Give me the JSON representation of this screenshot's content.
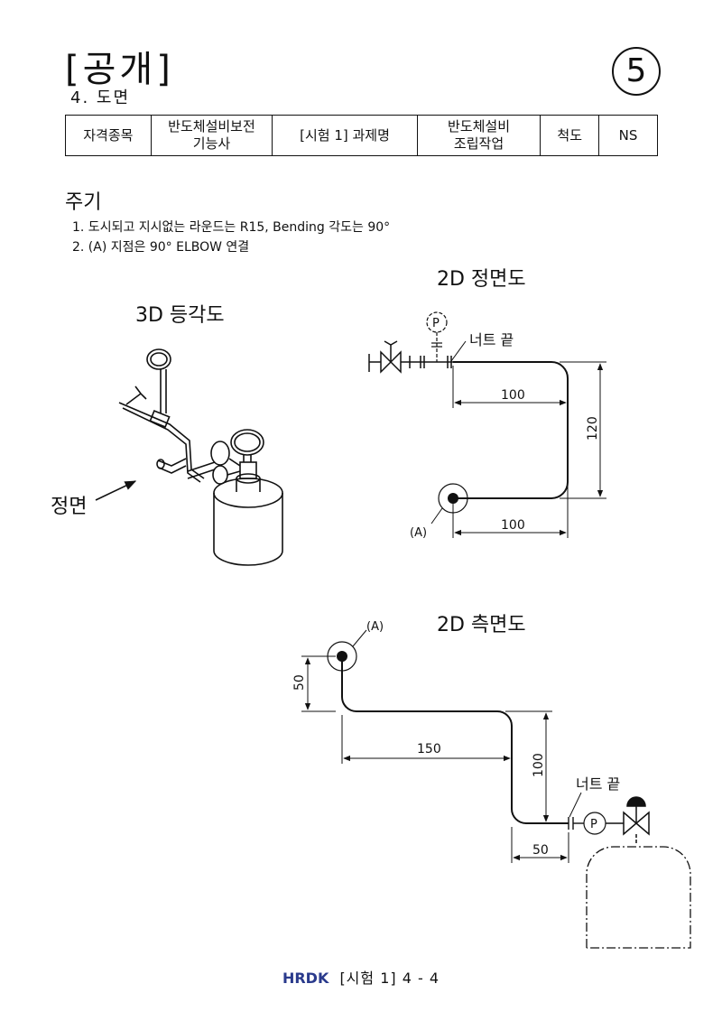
{
  "header": {
    "title": "[공개]",
    "page_circle": "⑤",
    "subtitle": "4. 도면"
  },
  "info_table": {
    "field_label": "자격종목",
    "field_value_line1": "반도체설비보전",
    "field_value_line2": "기능사",
    "task_label": "[시험 1] 과제명",
    "task_value_line1": "반도체설비",
    "task_value_line2": "조립작업",
    "scale_label": "척도",
    "scale_value": "NS"
  },
  "notes": {
    "heading": "주기",
    "items": [
      "1. 도시되고 지시없는 라운드는 R15, Bending 각도는 90°",
      "2. (A) 지점은 90° ELBOW 연결"
    ]
  },
  "views": {
    "iso": {
      "title": "3D 등각도",
      "front_label": "정면"
    },
    "front": {
      "title": "2D 정면도",
      "gauge_label": "P",
      "nut_end_label": "너트 끝",
      "point_label": "(A)",
      "dim_top": "100",
      "dim_bottom": "100",
      "dim_right": "120"
    },
    "side": {
      "title": "2D 측면도",
      "point_label": "(A)",
      "dim_left": "50",
      "dim_horizontal": "150",
      "dim_vertical": "100",
      "dim_bottom": "50",
      "nut_end_label": "너트 끝",
      "gauge_label": "P"
    }
  },
  "footer": {
    "logo": "HRDK",
    "text": "[시험 1] 4 - 4"
  }
}
